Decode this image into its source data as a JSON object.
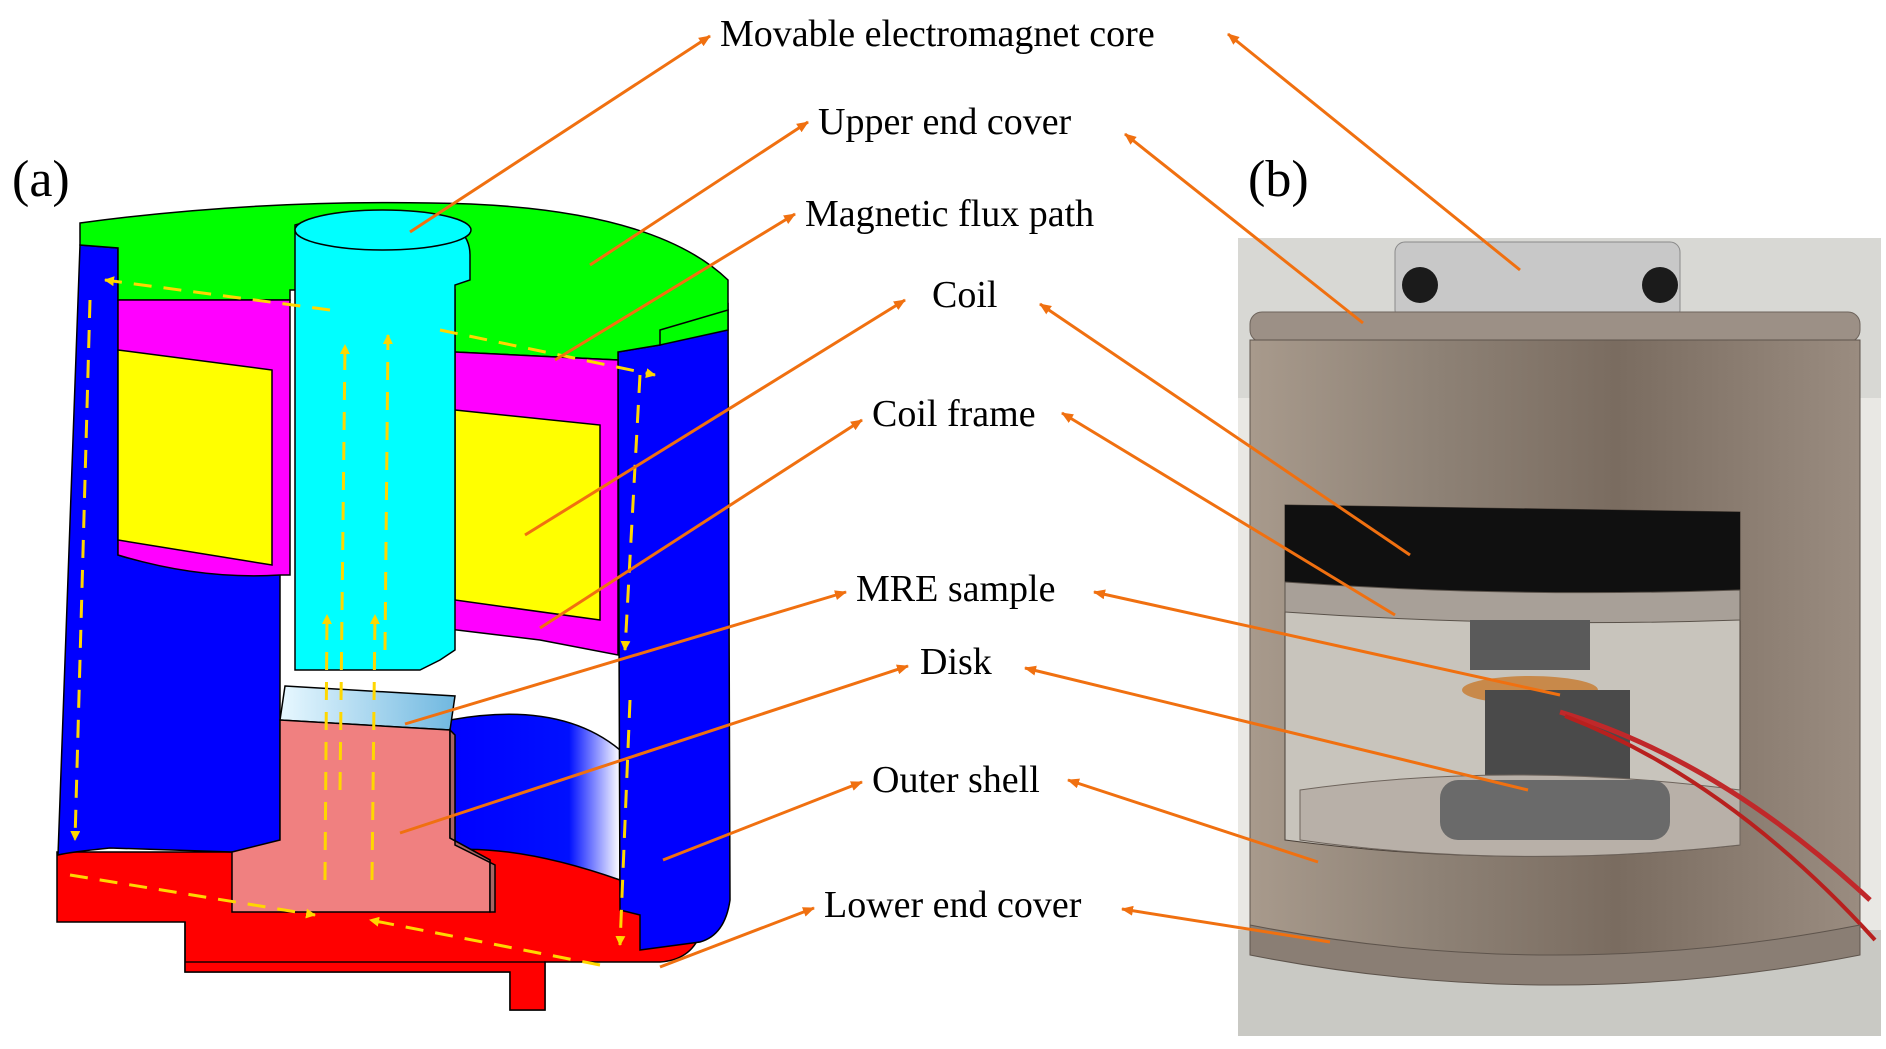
{
  "panels": {
    "a": "(a)",
    "b": "(b)"
  },
  "labels": {
    "core": "Movable electromagnet core",
    "upper_cover": "Upper end cover",
    "flux_path": "Magnetic flux path",
    "coil": "Coil",
    "coil_frame": "Coil frame",
    "mre_sample": "MRE sample",
    "disk": "Disk",
    "outer_shell": "Outer shell",
    "lower_cover": "Lower end cover"
  },
  "colors": {
    "upper_cover": "#00ff00",
    "core": "#00ffff",
    "coil": "#ffff00",
    "coil_frame": "#ff00ff",
    "outer_shell": "#0000ff",
    "lower_cover": "#ff0000",
    "disk": "#f08080",
    "mre_sample": "#7fc8f8",
    "flux_arrows": "#ffd700",
    "leader_lines": "#f07010"
  }
}
